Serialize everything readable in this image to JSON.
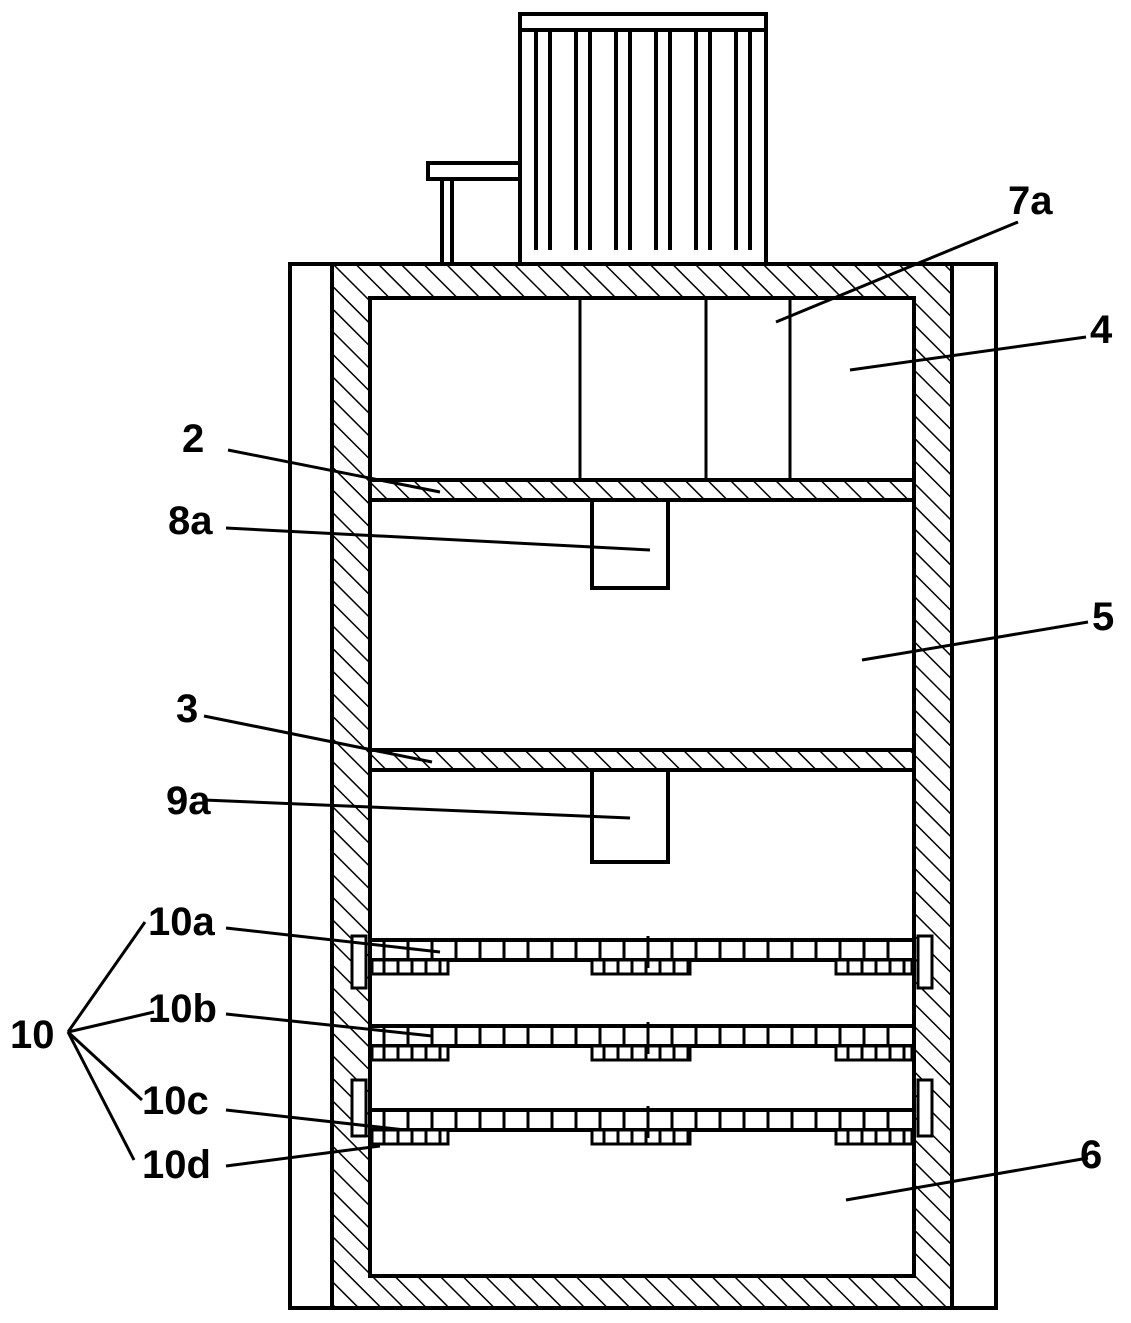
{
  "labels": {
    "l7a": "7a",
    "l4": "4",
    "l2": "2",
    "l8a": "8a",
    "l5": "5",
    "l3": "3",
    "l9a": "9a",
    "l10a": "10a",
    "l10b": "10b",
    "l10c": "10c",
    "l10d": "10d",
    "l10": "10",
    "l6": "6"
  },
  "colors": {
    "line": "#000000",
    "background": "#ffffff"
  }
}
